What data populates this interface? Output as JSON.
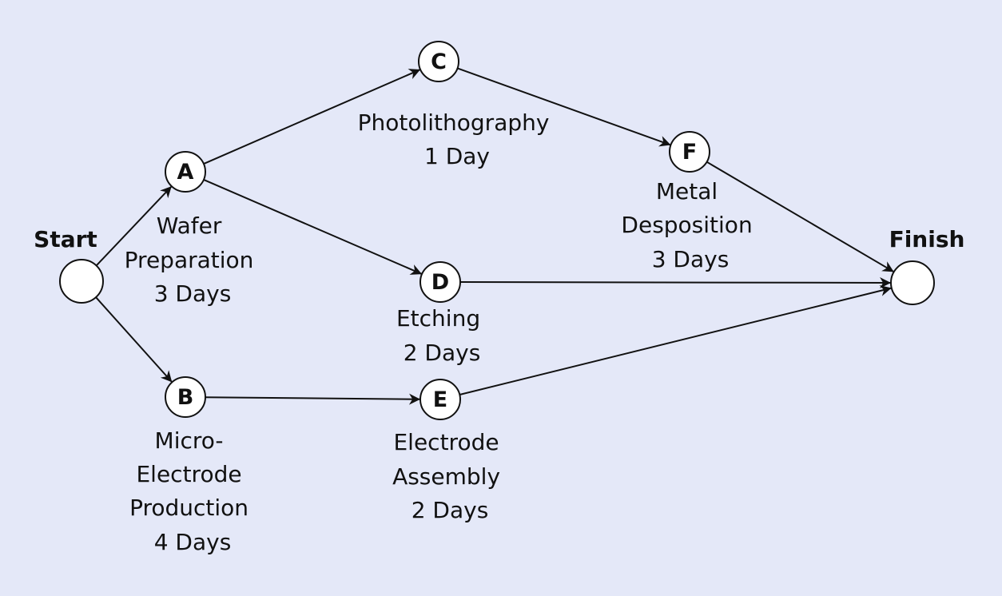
{
  "start_label": "Start",
  "finish_label": "Finish",
  "nodes": {
    "A": {
      "letter": "A",
      "lines": [
        "Wafer",
        "Preparation",
        "3 Days"
      ]
    },
    "B": {
      "letter": "B",
      "lines": [
        "Micro-",
        "Electrode",
        "Production",
        "4 Days"
      ]
    },
    "C": {
      "letter": "C",
      "lines": [
        "Photolithography",
        "1 Day"
      ]
    },
    "D": {
      "letter": "D",
      "lines": [
        "Etching",
        "2 Days"
      ]
    },
    "E": {
      "letter": "E",
      "lines": [
        "Electrode",
        "Assembly",
        "2 Days"
      ]
    },
    "F": {
      "letter": "F",
      "lines": [
        "Metal",
        "Desposition",
        "3 Days"
      ]
    }
  },
  "edges": [
    {
      "from": "start",
      "to": "A"
    },
    {
      "from": "start",
      "to": "B"
    },
    {
      "from": "A",
      "to": "C"
    },
    {
      "from": "A",
      "to": "D"
    },
    {
      "from": "B",
      "to": "E"
    },
    {
      "from": "C",
      "to": "F"
    },
    {
      "from": "D",
      "to": "finish"
    },
    {
      "from": "E",
      "to": "finish"
    },
    {
      "from": "F",
      "to": "finish"
    }
  ],
  "colors": {
    "background": "#e4e8f8",
    "node_fill": "#ffffff",
    "stroke": "#111111"
  }
}
